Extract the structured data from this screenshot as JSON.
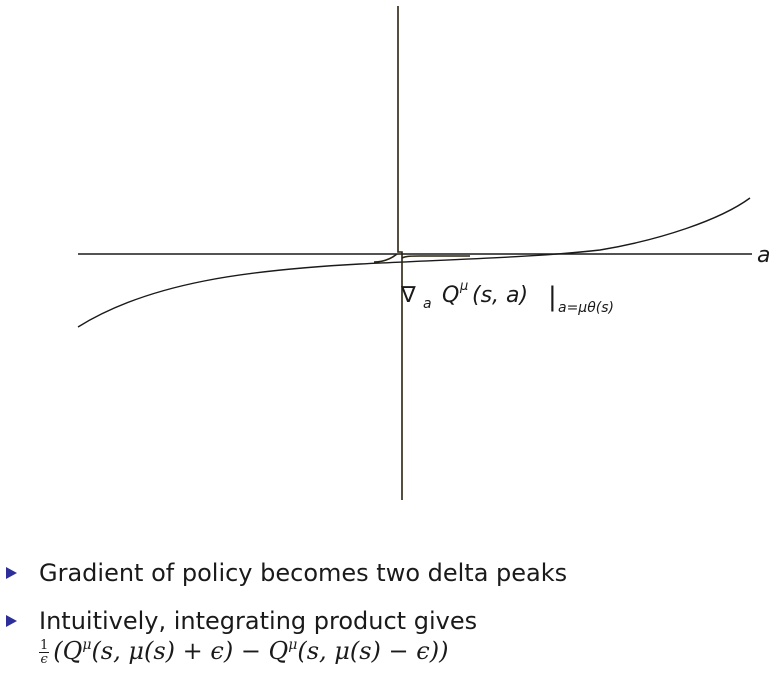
{
  "diagram": {
    "axis_label": "a",
    "annotation": {
      "nabla": "∇",
      "nabla_sub": "a",
      "Q": "Q",
      "Q_sup": "μ",
      "args": "(s, a)",
      "bar": "|",
      "eval_sub": "a=μθ(s)"
    }
  },
  "bullets": [
    {
      "text": "Gradient of policy becomes two delta peaks"
    },
    {
      "text": "Intuitively, integrating product gives"
    }
  ],
  "formula": {
    "frac_num": "1",
    "frac_den": "ϵ",
    "body": "(Q",
    "sup1": "μ",
    "mid1": "(s, μ(s) + ϵ) − Q",
    "sup2": "μ",
    "mid2": "(s, μ(s) − ϵ))"
  },
  "colors": {
    "bullet_marker": "#2e2e9a",
    "ink": "#1a1a1a"
  }
}
